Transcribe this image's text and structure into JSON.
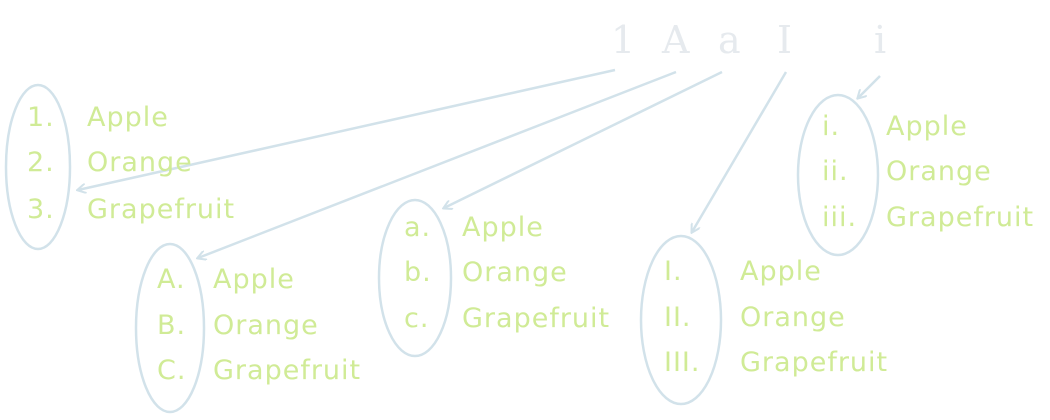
{
  "colors": {
    "marker": "#d0eb96",
    "text": "#d0eb96",
    "type_label": "#e6eaee",
    "arrow": "#d2e2ea",
    "ellipse": "#d2e2ea"
  },
  "type_labels": [
    "1",
    "A",
    "a",
    "I",
    "i"
  ],
  "lists": [
    {
      "id": "decimal",
      "markers": [
        "1.",
        "2.",
        "3."
      ],
      "items": [
        "Apple",
        "Orange",
        "Grapefruit"
      ]
    },
    {
      "id": "upper-alpha",
      "markers": [
        "A.",
        "B.",
        "C."
      ],
      "items": [
        "Apple",
        "Orange",
        "Grapefruit"
      ]
    },
    {
      "id": "lower-alpha",
      "markers": [
        "a.",
        "b.",
        "c."
      ],
      "items": [
        "Apple",
        "Orange",
        "Grapefruit"
      ]
    },
    {
      "id": "upper-roman",
      "markers": [
        "I.",
        "II.",
        "III."
      ],
      "items": [
        "Apple",
        "Orange",
        "Grapefruit"
      ]
    },
    {
      "id": "lower-roman",
      "markers": [
        "i.",
        "ii.",
        "iii."
      ],
      "items": [
        "Apple",
        "Orange",
        "Grapefruit"
      ]
    }
  ]
}
